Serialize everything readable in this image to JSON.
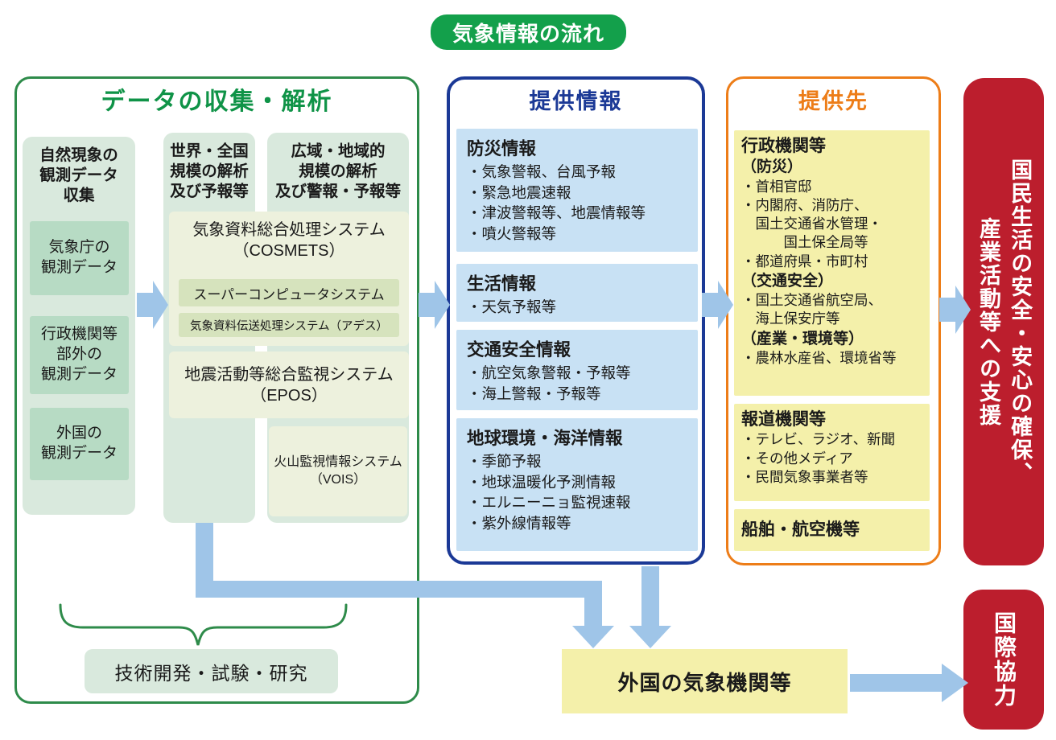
{
  "badge": "気象情報の流れ",
  "collection": {
    "title": "データの収集・解析",
    "col1": {
      "header": "自然現象の\n観測データ\n収集",
      "items": [
        "気象庁の\n観測データ",
        "行政機関等\n部外の\n観測データ",
        "外国の\n観測データ"
      ]
    },
    "col2": {
      "header": "世界・全国\n規模の解析\n及び予報等"
    },
    "col3": {
      "header": "広域・地域的\n規模の解析\n及び警報・予報等"
    },
    "cosmets": {
      "title": "気象資料総合処理システム\n（COSMETS）",
      "sub_systems": [
        "スーパーコンピュータシステム",
        "気象資料伝送処理システム（アデス）"
      ]
    },
    "epos": "地震活動等総合監視システム\n（EPOS）",
    "vois": "火山監視情報システム\n（VOIS）",
    "rnd": "技術開発・試験・研究"
  },
  "info": {
    "title": "提供情報",
    "sections": [
      {
        "header": "防災情報",
        "items": [
          "・気象警報、台風予報",
          "・緊急地震速報",
          "・津波警報等、地震情報等",
          "・噴火警報等"
        ]
      },
      {
        "header": "生活情報",
        "items": [
          "・天気予報等"
        ]
      },
      {
        "header": "交通安全情報",
        "items": [
          "・航空気象警報・予報等",
          "・海上警報・予報等"
        ]
      },
      {
        "header": "地球環境・海洋情報",
        "items": [
          "・季節予報",
          "・地球温暖化予測情報",
          "・エルニーニョ監視速報",
          "・紫外線情報等"
        ]
      }
    ]
  },
  "recipients": {
    "title": "提供先",
    "gov": {
      "header": "行政機関等",
      "lines": [
        {
          "text": "（防災）",
          "bold": true
        },
        {
          "text": "・首相官邸",
          "bold": false
        },
        {
          "text": "・内閣府、消防庁、",
          "bold": false
        },
        {
          "text": "　国土交通省水管理・",
          "bold": false
        },
        {
          "text": "　　　国土保全局等",
          "bold": false
        },
        {
          "text": "・都道府県・市町村",
          "bold": false
        },
        {
          "text": "（交通安全）",
          "bold": true
        },
        {
          "text": "・国土交通省航空局、",
          "bold": false
        },
        {
          "text": "　海上保安庁等",
          "bold": false
        },
        {
          "text": "（産業・環境等）",
          "bold": true
        },
        {
          "text": "・農林水産省、環境省等",
          "bold": false
        }
      ]
    },
    "media": {
      "header": "報道機関等",
      "items": [
        "・テレビ、ラジオ、新聞",
        "・その他メディア",
        "・民間気象事業者等"
      ]
    },
    "ships": "船舶・航空機等"
  },
  "outcome": {
    "text": "国民生活の安全・安心の確保、\n産業活動等への支援"
  },
  "foreign_agencies": "外国の気象機関等",
  "intl_cooperation": "国際協力",
  "colors": {
    "badge_green": "#13a04b",
    "green_border": "#2e8b4a",
    "green_title": "#0f9347",
    "light_green": "#d9e9dd",
    "mid_green": "#b7dbc4",
    "system_bg": "#edf1dd",
    "system_inner": "#d6e3bd",
    "blue_border": "#1b3996",
    "light_blue": "#c8e1f4",
    "orange_border": "#ed7d18",
    "yellow": "#f4f0aa",
    "red": "#bc1e2d",
    "arrow_blue": "#9fc5e8"
  }
}
